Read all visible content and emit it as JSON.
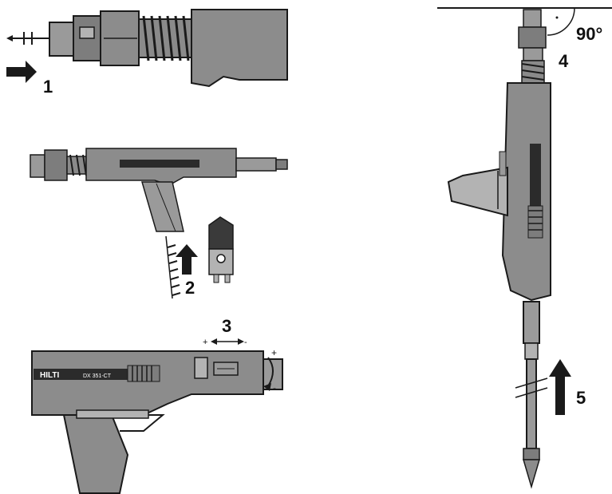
{
  "steps": {
    "step1": "1",
    "step2": "2",
    "step3": "3",
    "step4": "4",
    "step5": "5"
  },
  "angle_label": "90°",
  "brand": "HILTI",
  "model": "DX 351-CT",
  "adjust": {
    "plus": "+",
    "minus": "-"
  },
  "colors": {
    "tool_dark": "#6e6e6e",
    "tool_mid": "#8c8c8c",
    "tool_light": "#b3b3b3",
    "outline": "#1a1a1a",
    "label_bg": "#2b2b2b"
  }
}
